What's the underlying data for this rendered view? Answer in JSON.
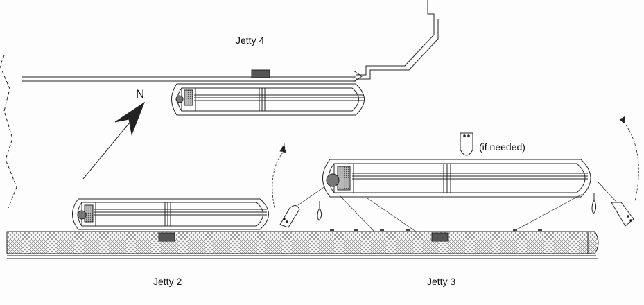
{
  "labels": {
    "jetty4": "Jetty 4",
    "jetty2": "Jetty 2",
    "jetty3": "Jetty 3",
    "north": "N",
    "if_needed": "(if needed)"
  },
  "colors": {
    "line": "#222222",
    "hatch": "#8a8a8a",
    "block": "#555555",
    "deckhouse": "#9a9a9a"
  }
}
